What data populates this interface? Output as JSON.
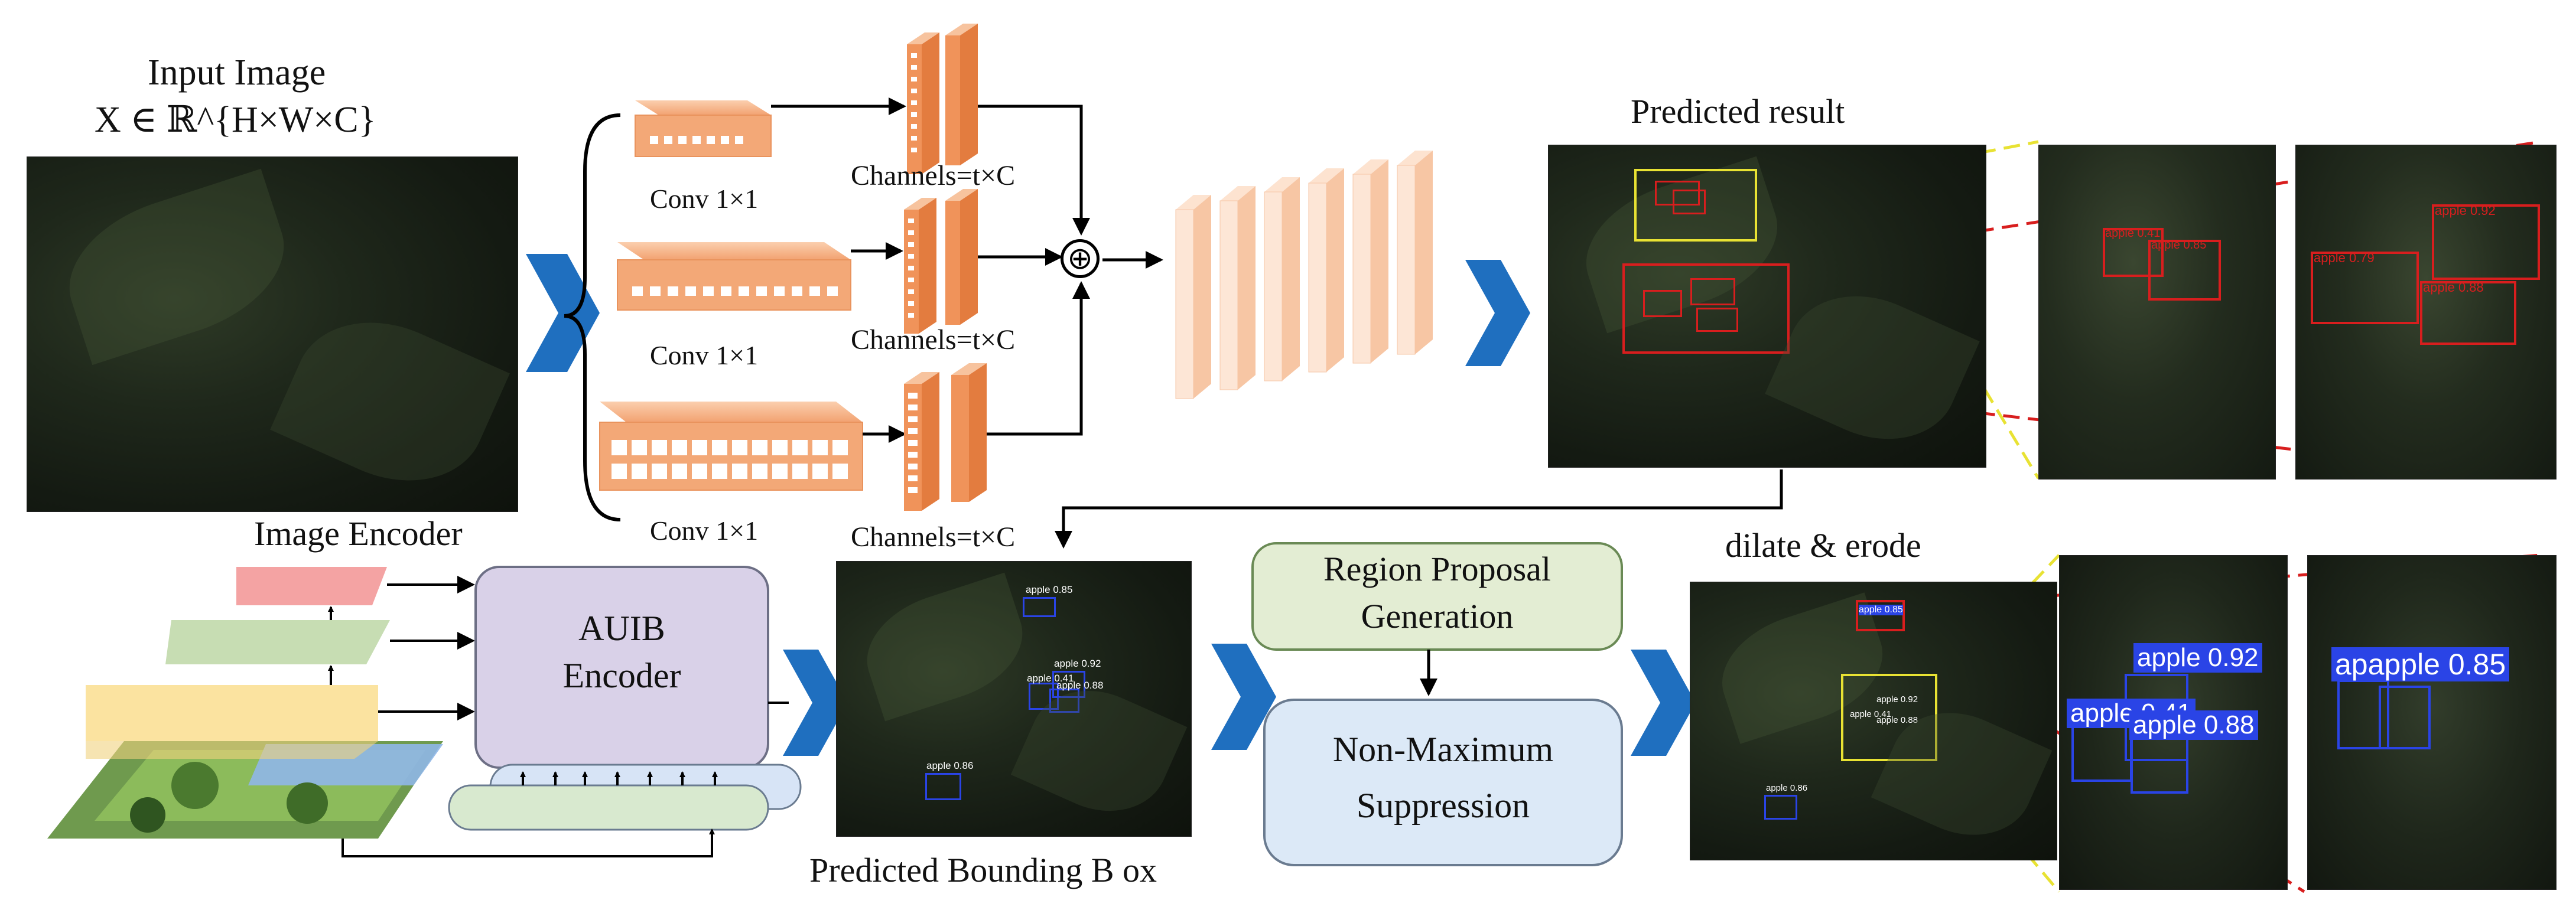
{
  "input": {
    "title": "Input Image",
    "formula": "X ∈ ℝ^{H×W×C}"
  },
  "convs": {
    "label1": "Conv 1×1",
    "label2": "Conv 1×1",
    "label3": "Conv 1×1"
  },
  "channels": {
    "label1": "Channels=t×C",
    "label2": "Channels=t×C",
    "label3": "Channels=t×C"
  },
  "sum_symbol": "⊕",
  "predicted_result": {
    "title": "Predicted result"
  },
  "image_encoder": {
    "title": "Image Encoder"
  },
  "auib": {
    "line1": "AUIB",
    "line2": "Encoder"
  },
  "predicted_bbox": {
    "title": "Predicted Bounding B ox"
  },
  "region_proposal": {
    "line1": "Region Proposal",
    "line2": "Generation"
  },
  "nms": {
    "line1": "Non-Maximum",
    "line2": "Suppression"
  },
  "dilate": {
    "title": "dilate & erode"
  },
  "detections": {
    "result_zoom1": [
      "apple 0.41",
      "apple 0.85"
    ],
    "result_zoom2": [
      "apple 0.92",
      "apple 0.79",
      "apple 0.88"
    ],
    "bbox_main": [
      "apple 0.85",
      "apple 0.92",
      "apple 0.41",
      "apple 0.88",
      "apple 0.86"
    ],
    "dilate_main": [
      "apple 0.85",
      "apple 0.92",
      "apple 0.41",
      "apple 0.88",
      "apple 0.86"
    ],
    "dilate_zoom1": [
      "apple 0.92",
      "apple 0.41",
      "apple 0.88"
    ],
    "dilate_zoom2": [
      "apple 0.85"
    ],
    "dilate_zoom2_prefix": "ap"
  },
  "colors": {
    "chevron": "#1f6fbf",
    "conv_orange": "#f3a877",
    "feature_orange": "#f0935a",
    "feature_light": "#fcd9c0",
    "red_box": "#d81e1e",
    "yellow_box": "#e8e233",
    "blue_box": "#2a44e6",
    "auib_fill": "#d9d1e8",
    "rpg_fill": "#e3edd3",
    "nms_fill": "#dce9f7",
    "layer_red": "#f4a3a3",
    "layer_green": "#c7ddb3",
    "layer_yellow": "#fbe3a0"
  }
}
